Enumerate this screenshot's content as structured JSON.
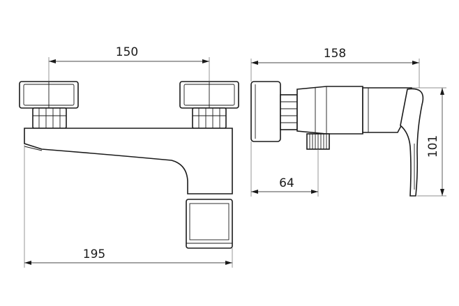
{
  "dimensions": {
    "valve_spacing": "150",
    "front_width": "195",
    "side_depth": "158",
    "outlet_offset": "64",
    "height": "101"
  }
}
